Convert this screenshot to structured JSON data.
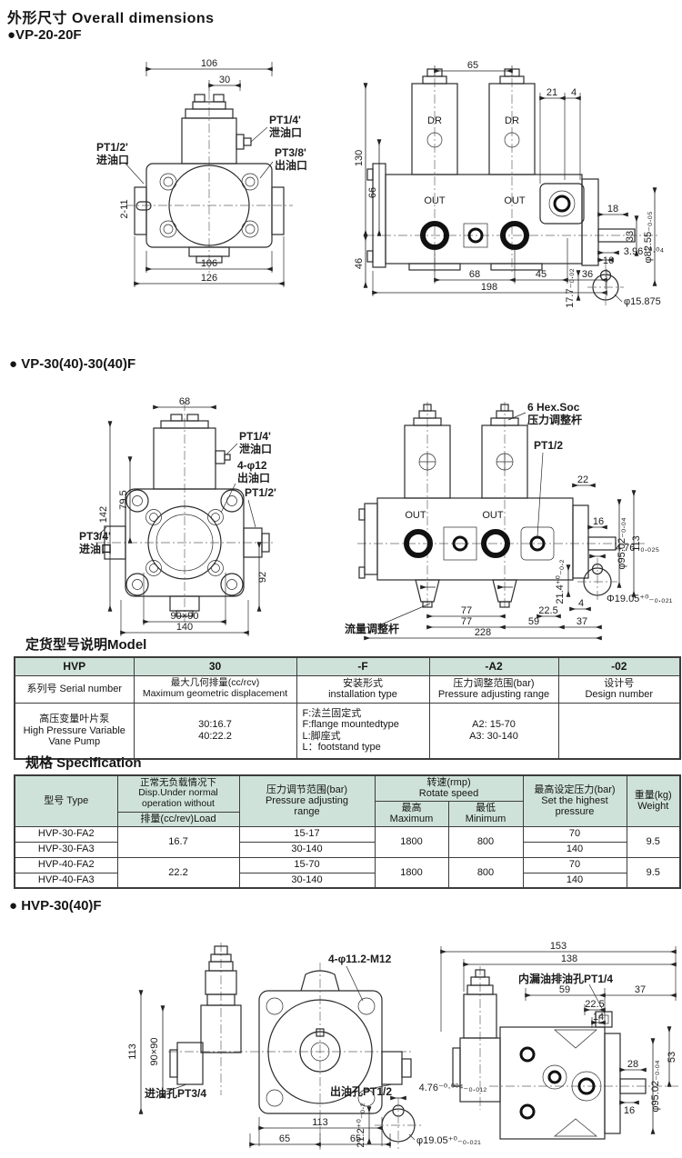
{
  "colors": {
    "table_header_bg": "#cfe2da",
    "line": "#2b2b2b"
  },
  "header": {
    "title": "外形尺寸 Overall dimensions"
  },
  "vp20": {
    "title": "●VP-20-20F",
    "front": {
      "w106": "106",
      "w30": "30",
      "drain": "PT1/4'",
      "drain_cn": "泄油口",
      "inlet": "PT1/2'",
      "inlet_cn": "进油口",
      "outlet": "PT3/8'",
      "outlet_cn": "出油口",
      "slot": "2-11",
      "b106": "106",
      "b126": "126"
    },
    "side": {
      "t65": "65",
      "dr": "DR",
      "out": "OUT",
      "d21": "21",
      "d4": "4",
      "d130": "130",
      "d66": "66",
      "d46": "46",
      "d18": "18",
      "d33": "33",
      "shaft_dia": "φ82.55₋₀.₀₅",
      "d16": "16",
      "d68": "68",
      "d45": "45",
      "d36": "36",
      "d198": "198"
    },
    "key": {
      "w": "3.96⁺⁰·⁰⁴",
      "h": "17.7₋₀.₀₂",
      "dia": "φ15.875"
    }
  },
  "vp30": {
    "title": "● VP-30(40)-30(40)F",
    "front": {
      "w68": "68",
      "h142": "142",
      "h795": "79.5",
      "drain": "PT1/4'",
      "drain_cn": "泄油口",
      "bolt": "4-φ12",
      "bolt_cn": "出油口",
      "pt12": "PT1/2'",
      "inlet": "PT3/4'",
      "inlet_cn": "进油口",
      "h92": "92",
      "sq": "90×90",
      "w140": "140"
    },
    "side": {
      "hex": "6 Hex.Soc",
      "hex_cn": "压力调整杆",
      "pt12": "PT1/2",
      "out": "OUT",
      "d22": "22",
      "d16": "16",
      "shaft_dia": "φ95.02₋₀.₀₄",
      "d113": "113",
      "d4": "4",
      "d77a": "77",
      "d225": "22.5",
      "d77b": "77",
      "d59": "59",
      "d37": "37",
      "d228": "228",
      "flow_cn": "流量调整杆"
    },
    "key": {
      "w": "4.76₋₀.₀₂₅",
      "h": "21.4⁺⁰₋₀.₂",
      "dia": "Φ19.05⁺⁰₋₀.₀₂₁"
    }
  },
  "model": {
    "title": "定货型号说明Model",
    "header": [
      "HVP",
      "30",
      "-F",
      "-A2",
      "-02"
    ],
    "r2": [
      [
        "系列号 Serial number"
      ],
      [
        "最大几何排量(cc/rcv)",
        "Maximum geometric displacement"
      ],
      [
        "安装形式",
        "installation type"
      ],
      [
        "压力调整范围(bar)",
        "Pressure adjusting range"
      ],
      [
        "设计号",
        "Design number"
      ]
    ],
    "r3": [
      [
        "高压变量叶片泵",
        "High Pressure Variable",
        "Vane Pump"
      ],
      [
        "30:16.7",
        "40:22.2"
      ],
      [
        "F:法兰固定式",
        "F:flange mountedtype",
        "L:脚座式",
        "L：footstand type"
      ],
      [
        "A2: 15-70",
        "A3: 30-140"
      ],
      [
        ""
      ]
    ]
  },
  "spec": {
    "title": "规格 Specification",
    "h_type": "型号 Type",
    "h_disp1": "正常无负载情况下",
    "h_disp2": "Disp.Under normal",
    "h_disp3": "operation without",
    "h_disp4": "排量(cc/rev)Load",
    "h_press1": "压力调节范围(bar)",
    "h_press2": "Pressure adjusting",
    "h_press3": "range",
    "h_speed1": "转速(rmp)",
    "h_speed2": "Rotate speed",
    "h_max1": "最高",
    "h_max2": "Maximum",
    "h_min1": "最低",
    "h_min2": "Minimum",
    "h_set1": "最高设定压力(bar)",
    "h_set2": "Set the highest",
    "h_set3": "pressure",
    "h_wt1": "重量(kg)",
    "h_wt2": "Weight",
    "rows": [
      {
        "type": "HVP-30-FA2",
        "disp": "16.7",
        "range": "15-17",
        "max": "1800",
        "min": "800",
        "set": "70",
        "wt": "9.5"
      },
      {
        "type": "HVP-30-FA3",
        "range": "30-140",
        "set": "140"
      },
      {
        "type": "HVP-40-FA2",
        "disp": "22.2",
        "range": "15-70",
        "max": "1800",
        "min": "800",
        "set": "70",
        "wt": "9.5"
      },
      {
        "type": "HVP-40-FA3",
        "range": "30-140",
        "set": "140"
      }
    ]
  },
  "hvp": {
    "title": "● HVP-30(40)F",
    "front": {
      "bolts": "4-φ11.2-M12",
      "inlet_cn": "进油孔PT3/4",
      "outlet_cn": "出油孔PT1/2",
      "h113": "113",
      "sq": "90×90",
      "b113": "113",
      "d65a": "65",
      "d65b": "65"
    },
    "side": {
      "d153": "153",
      "d138": "138",
      "drain_cn": "内漏油排油孔PT1/4",
      "d59": "59",
      "d37": "37",
      "d225": "22.5",
      "d14": "14",
      "d28": "28",
      "d53": "53",
      "d16": "16",
      "shaft_dia": "φ95.02₋₀.₀₄"
    },
    "key": {
      "w": "4.76⁻⁰·⁰⁰⁴₋₀.₀₁₂",
      "h": "21.2⁺⁰₋₀.₂",
      "dia": "φ19.05⁺⁰₋₀.₀₂₁"
    }
  }
}
